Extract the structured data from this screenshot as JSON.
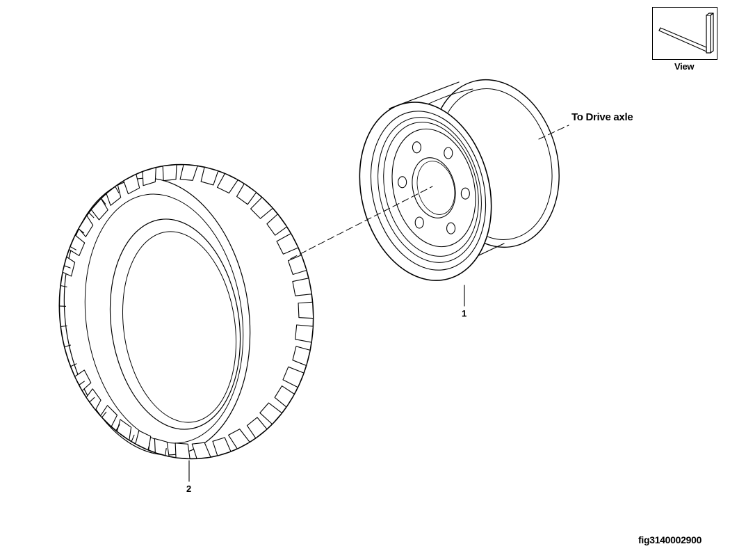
{
  "labels": {
    "view": "View",
    "to_drive_axle": "To Drive axle",
    "callout_wheel": "1",
    "callout_tyre": "2",
    "figure_id": "fig3140002900"
  },
  "icons": {
    "view_icon": "forklift-fork-icon"
  },
  "colors": {
    "line": "#000000",
    "background": "#ffffff"
  }
}
